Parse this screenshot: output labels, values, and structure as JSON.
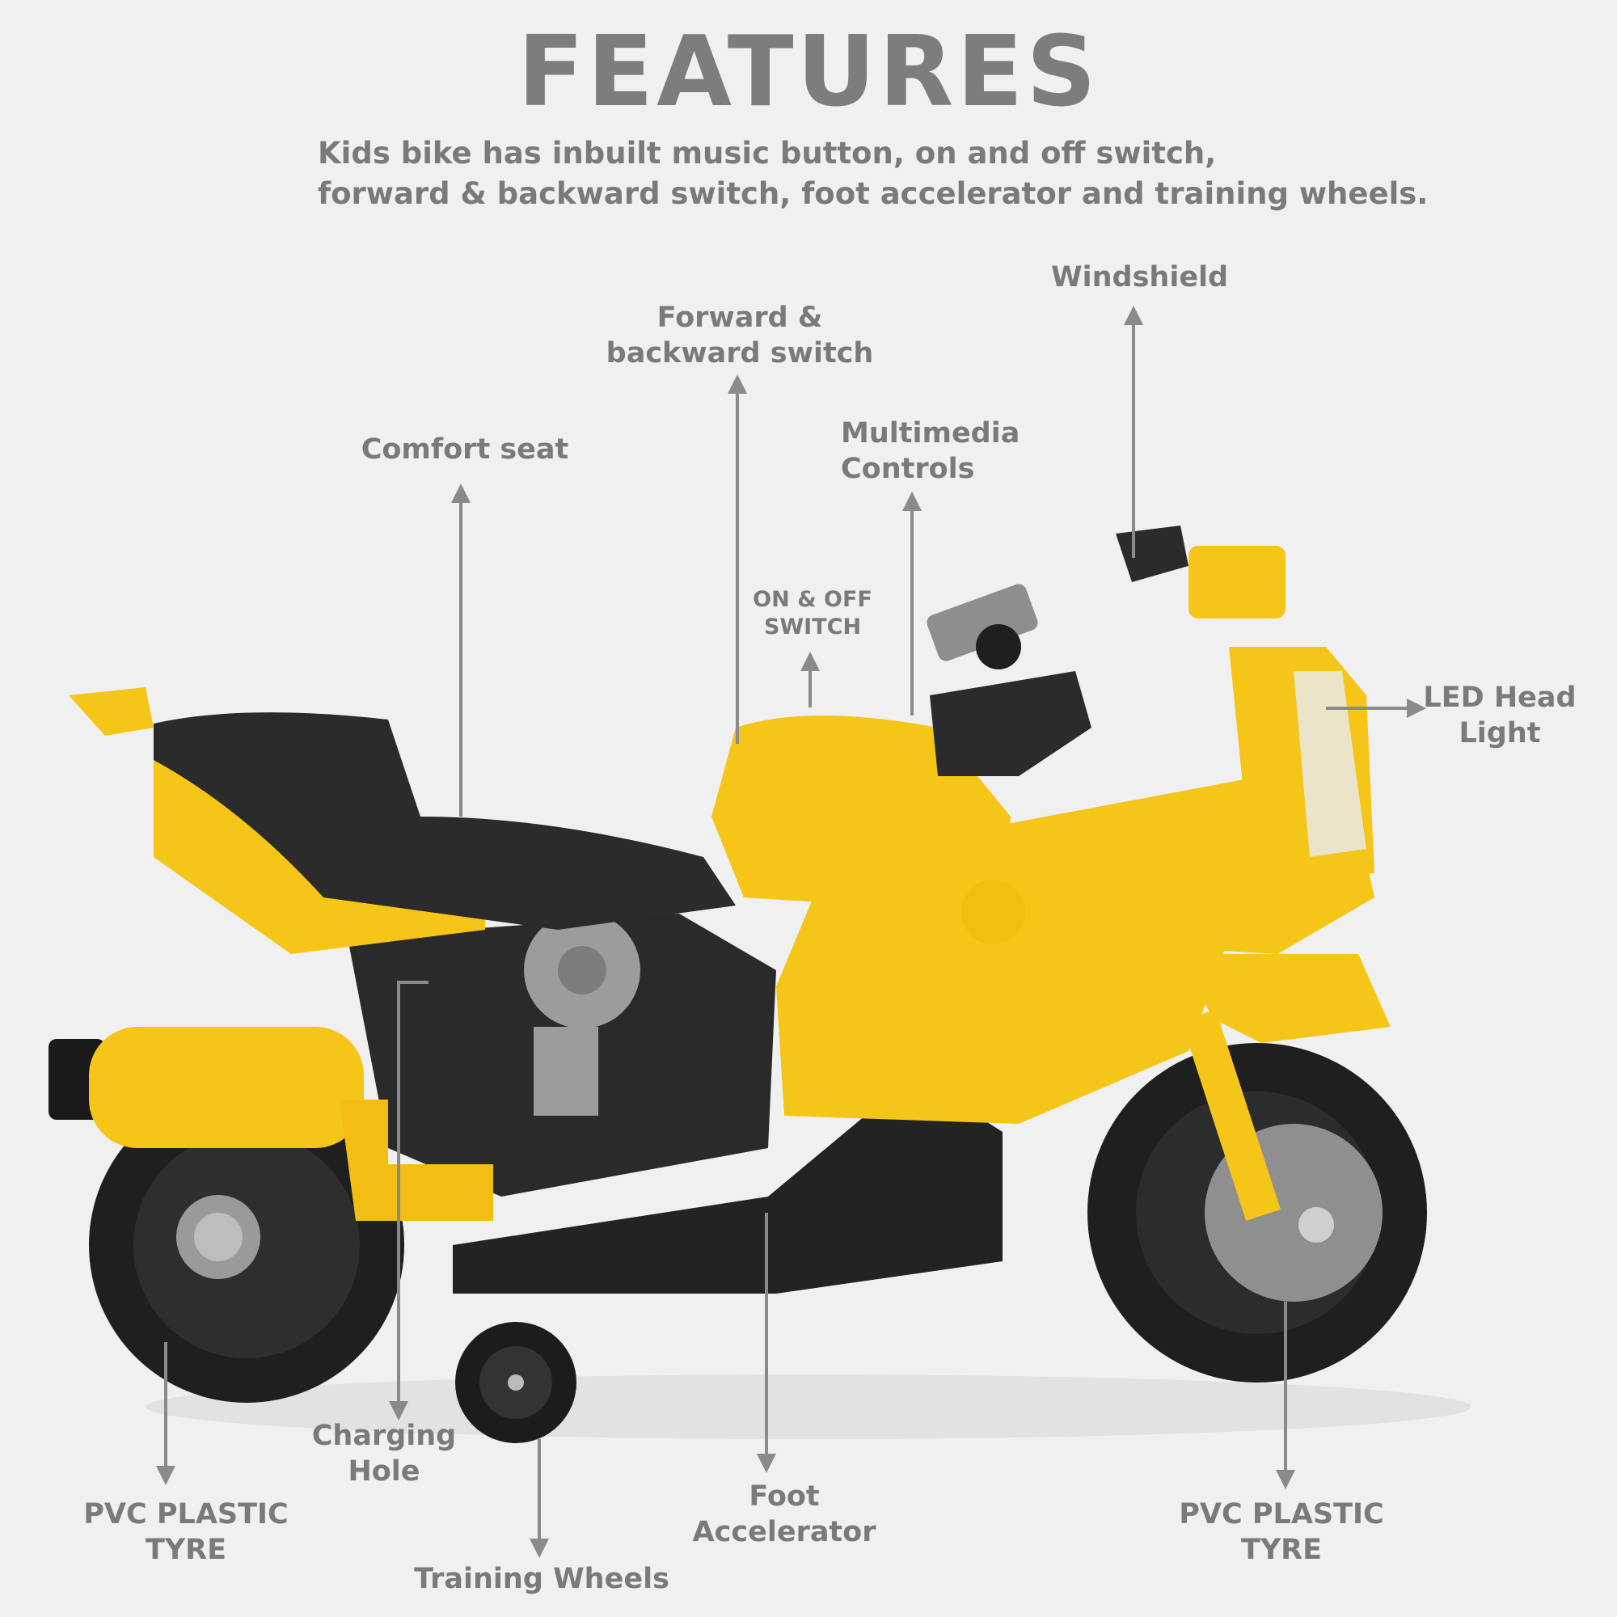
{
  "header": {
    "title": "FEATURES",
    "subtitle_line1": "Kids bike has inbuilt music button, on and off switch,",
    "subtitle_line2": "forward & backward switch, foot accelerator and training wheels."
  },
  "callouts": {
    "windshield": "Windshield",
    "forward_backward_switch": "Forward & backward switch",
    "multimedia_controls": "Multimedia Controls",
    "comfort_seat": "Comfort seat",
    "on_off_switch": "ON & OFF SWITCH",
    "led_head_light": "LED Head Light",
    "charging_hole": "Charging Hole",
    "rear_tyre": "PVC PLASTIC TYRE",
    "foot_accelerator": "Foot Accelerator",
    "front_tyre": "PVC PLASTIC TYRE",
    "training_wheels": "Training Wheels"
  },
  "colors": {
    "background": "#f0f0f0",
    "text": "#7a7a7a",
    "bike_body": "#f5c518",
    "bike_dark": "#2b2b2b",
    "arrow": "#8a8a8a"
  }
}
